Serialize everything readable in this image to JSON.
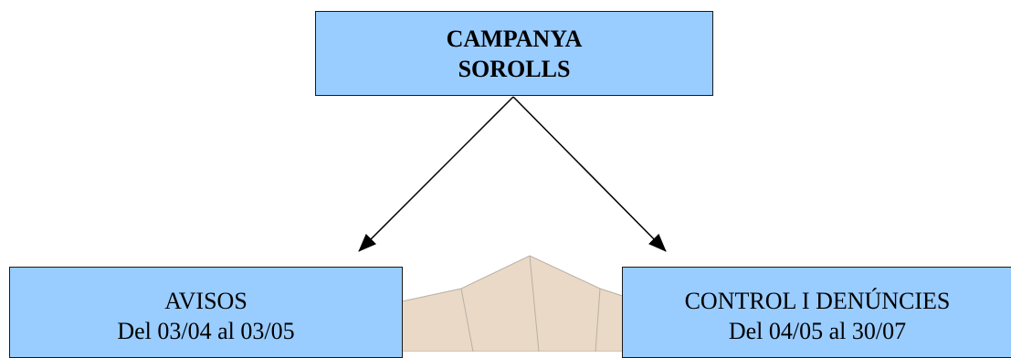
{
  "diagram": {
    "colors": {
      "box_fill": "#99ccff",
      "line": "#000000",
      "background_shape": "#ead9c6",
      "background_shape_stroke": "#b8b0a6"
    },
    "root": {
      "line1": "CAMPANYA",
      "line2": "SOROLLS"
    },
    "left_child": {
      "title": "AVISOS",
      "dates": "Del 03/04 al 03/05"
    },
    "right_child": {
      "title": "CONTROL I DENÚNCIES",
      "dates": "Del 04/05 al 30/07"
    }
  }
}
